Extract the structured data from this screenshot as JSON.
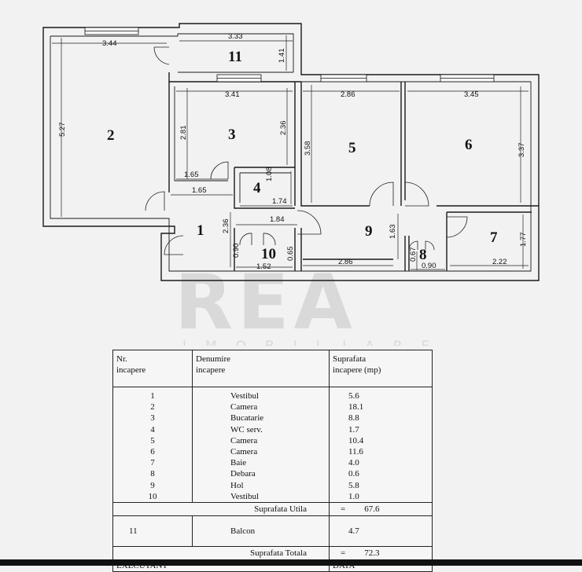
{
  "plan": {
    "rooms": [
      {
        "num": "1"
      },
      {
        "num": "2"
      },
      {
        "num": "3"
      },
      {
        "num": "4"
      },
      {
        "num": "5"
      },
      {
        "num": "6"
      },
      {
        "num": "7"
      },
      {
        "num": "8"
      },
      {
        "num": "9"
      },
      {
        "num": "10"
      },
      {
        "num": "11"
      }
    ],
    "dimensions": [
      "3.44",
      "5.27",
      "3.33",
      "1.41",
      "3.41",
      "2.81",
      "2.36",
      "1.65",
      "1.65",
      "1.08",
      "1.74",
      "1.84",
      "2.36",
      "0.90",
      "1.52",
      "0.65",
      "2.86",
      "3.58",
      "2.86",
      "1.63",
      "0.67",
      "0.90",
      "3.45",
      "3.37",
      "1.77",
      "2.22"
    ]
  },
  "watermark": {
    "brand": "REA",
    "sub": "IMOBILIARE"
  },
  "legend": {
    "headers": {
      "nr": [
        "Nr.",
        "incapere"
      ],
      "name": [
        "Denumire",
        "incapere"
      ],
      "area": [
        "Suprafata",
        "incapere (mp)"
      ]
    },
    "rows": [
      {
        "nr": "1",
        "name": "Vestibul",
        "area": "5.6"
      },
      {
        "nr": "2",
        "name": "Camera",
        "area": "18.1"
      },
      {
        "nr": "3",
        "name": "Bucatarie",
        "area": "8.8"
      },
      {
        "nr": "4",
        "name": "WC serv.",
        "area": "1.7"
      },
      {
        "nr": "5",
        "name": "Camera",
        "area": "10.4"
      },
      {
        "nr": "6",
        "name": "Camera",
        "area": "11.6"
      },
      {
        "nr": "7",
        "name": "Baie",
        "area": "4.0"
      },
      {
        "nr": "8",
        "name": "Debara",
        "area": "0.6"
      },
      {
        "nr": "9",
        "name": "Hol",
        "area": "5.8"
      },
      {
        "nr": "10",
        "name": "Vestibul",
        "area": "1.0"
      }
    ],
    "utila": {
      "label": "Suprafata Utila",
      "eq": "=",
      "value": "67.6"
    },
    "balcon": {
      "nr": "11",
      "name": "Balcon",
      "area": "4.7"
    },
    "totala": {
      "label": "Suprafata Totala",
      "eq": "=",
      "value": "72.3"
    },
    "footer": {
      "left": "EXECUTANT",
      "right": "DATA"
    }
  }
}
